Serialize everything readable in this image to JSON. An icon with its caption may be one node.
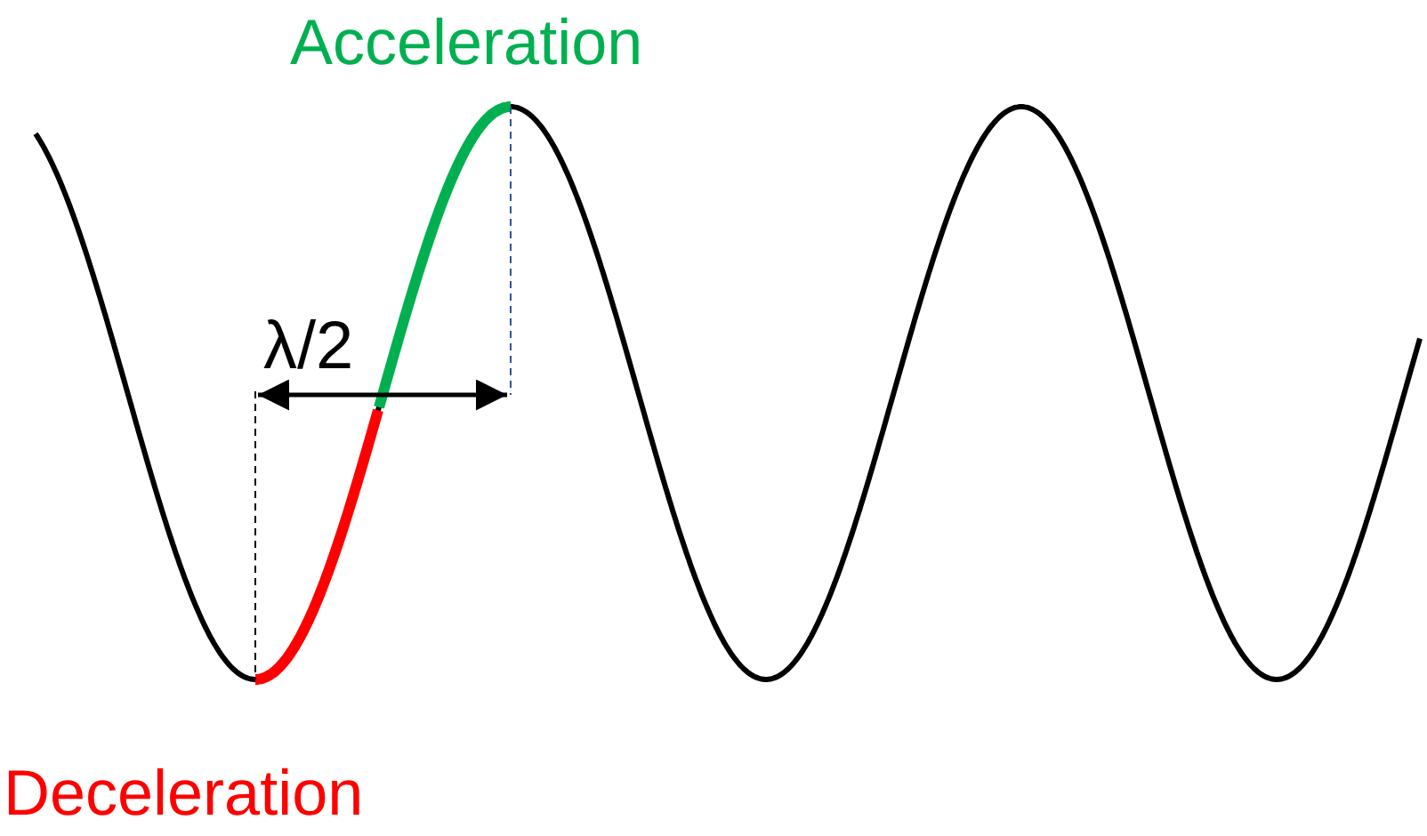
{
  "diagram": {
    "labels": [
      "Acceleration",
      "λ/2",
      "Deceleration"
    ]
  }
}
